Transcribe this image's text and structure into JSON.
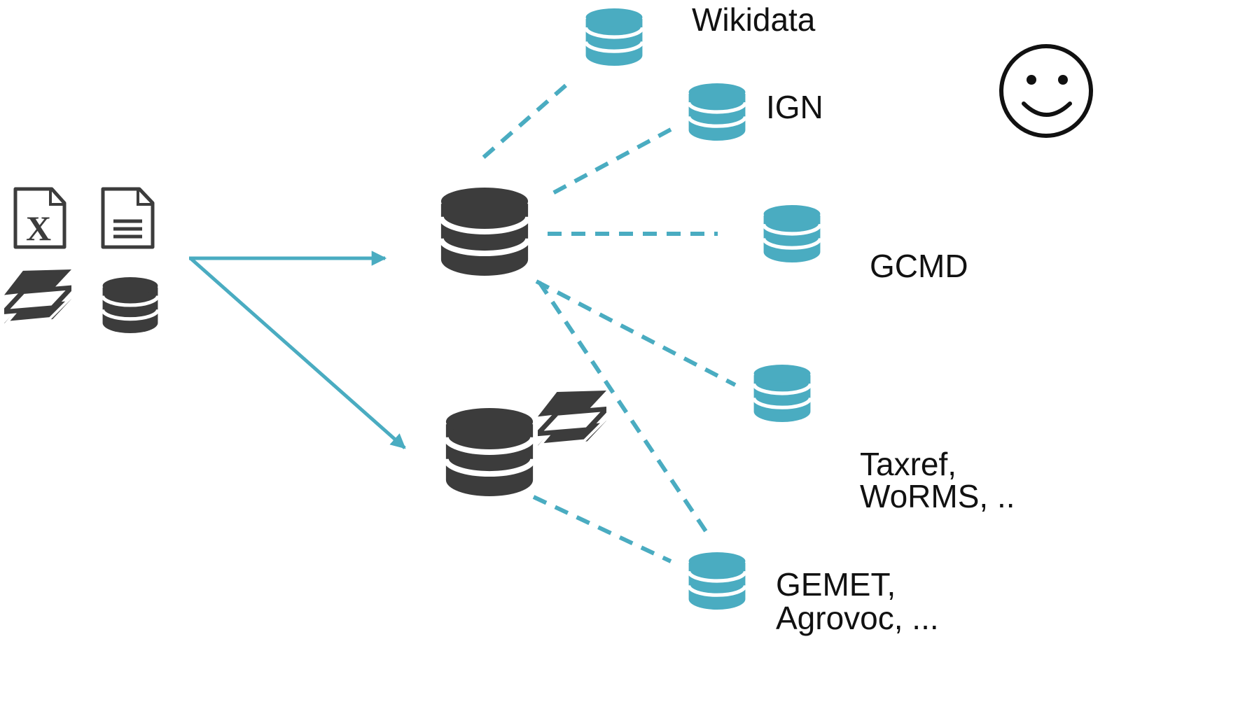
{
  "colors": {
    "accent": "#4aacc1",
    "dark": "#3c3c3c",
    "background": "#ffffff",
    "text": "#111111"
  },
  "sources": {
    "icons": [
      "excel-file-icon",
      "document-file-icon",
      "layers-icon",
      "database-icon"
    ]
  },
  "targets": {
    "hub_database": "database-icon",
    "spatial_database": "database-icon",
    "spatial_layers": "layers-icon"
  },
  "vocabularies": [
    {
      "key": "wikidata",
      "lines": [
        "Wikidata"
      ]
    },
    {
      "key": "ign",
      "lines": [
        "IGN"
      ]
    },
    {
      "key": "gcmd",
      "lines": [
        "GCMD"
      ]
    },
    {
      "key": "taxref",
      "lines": [
        "Taxref,",
        "WoRMS, .."
      ]
    },
    {
      "key": "gemet",
      "lines": [
        "GEMET,",
        "Agrovoc, ..."
      ]
    }
  ],
  "status_icon": "smiley-face-icon"
}
